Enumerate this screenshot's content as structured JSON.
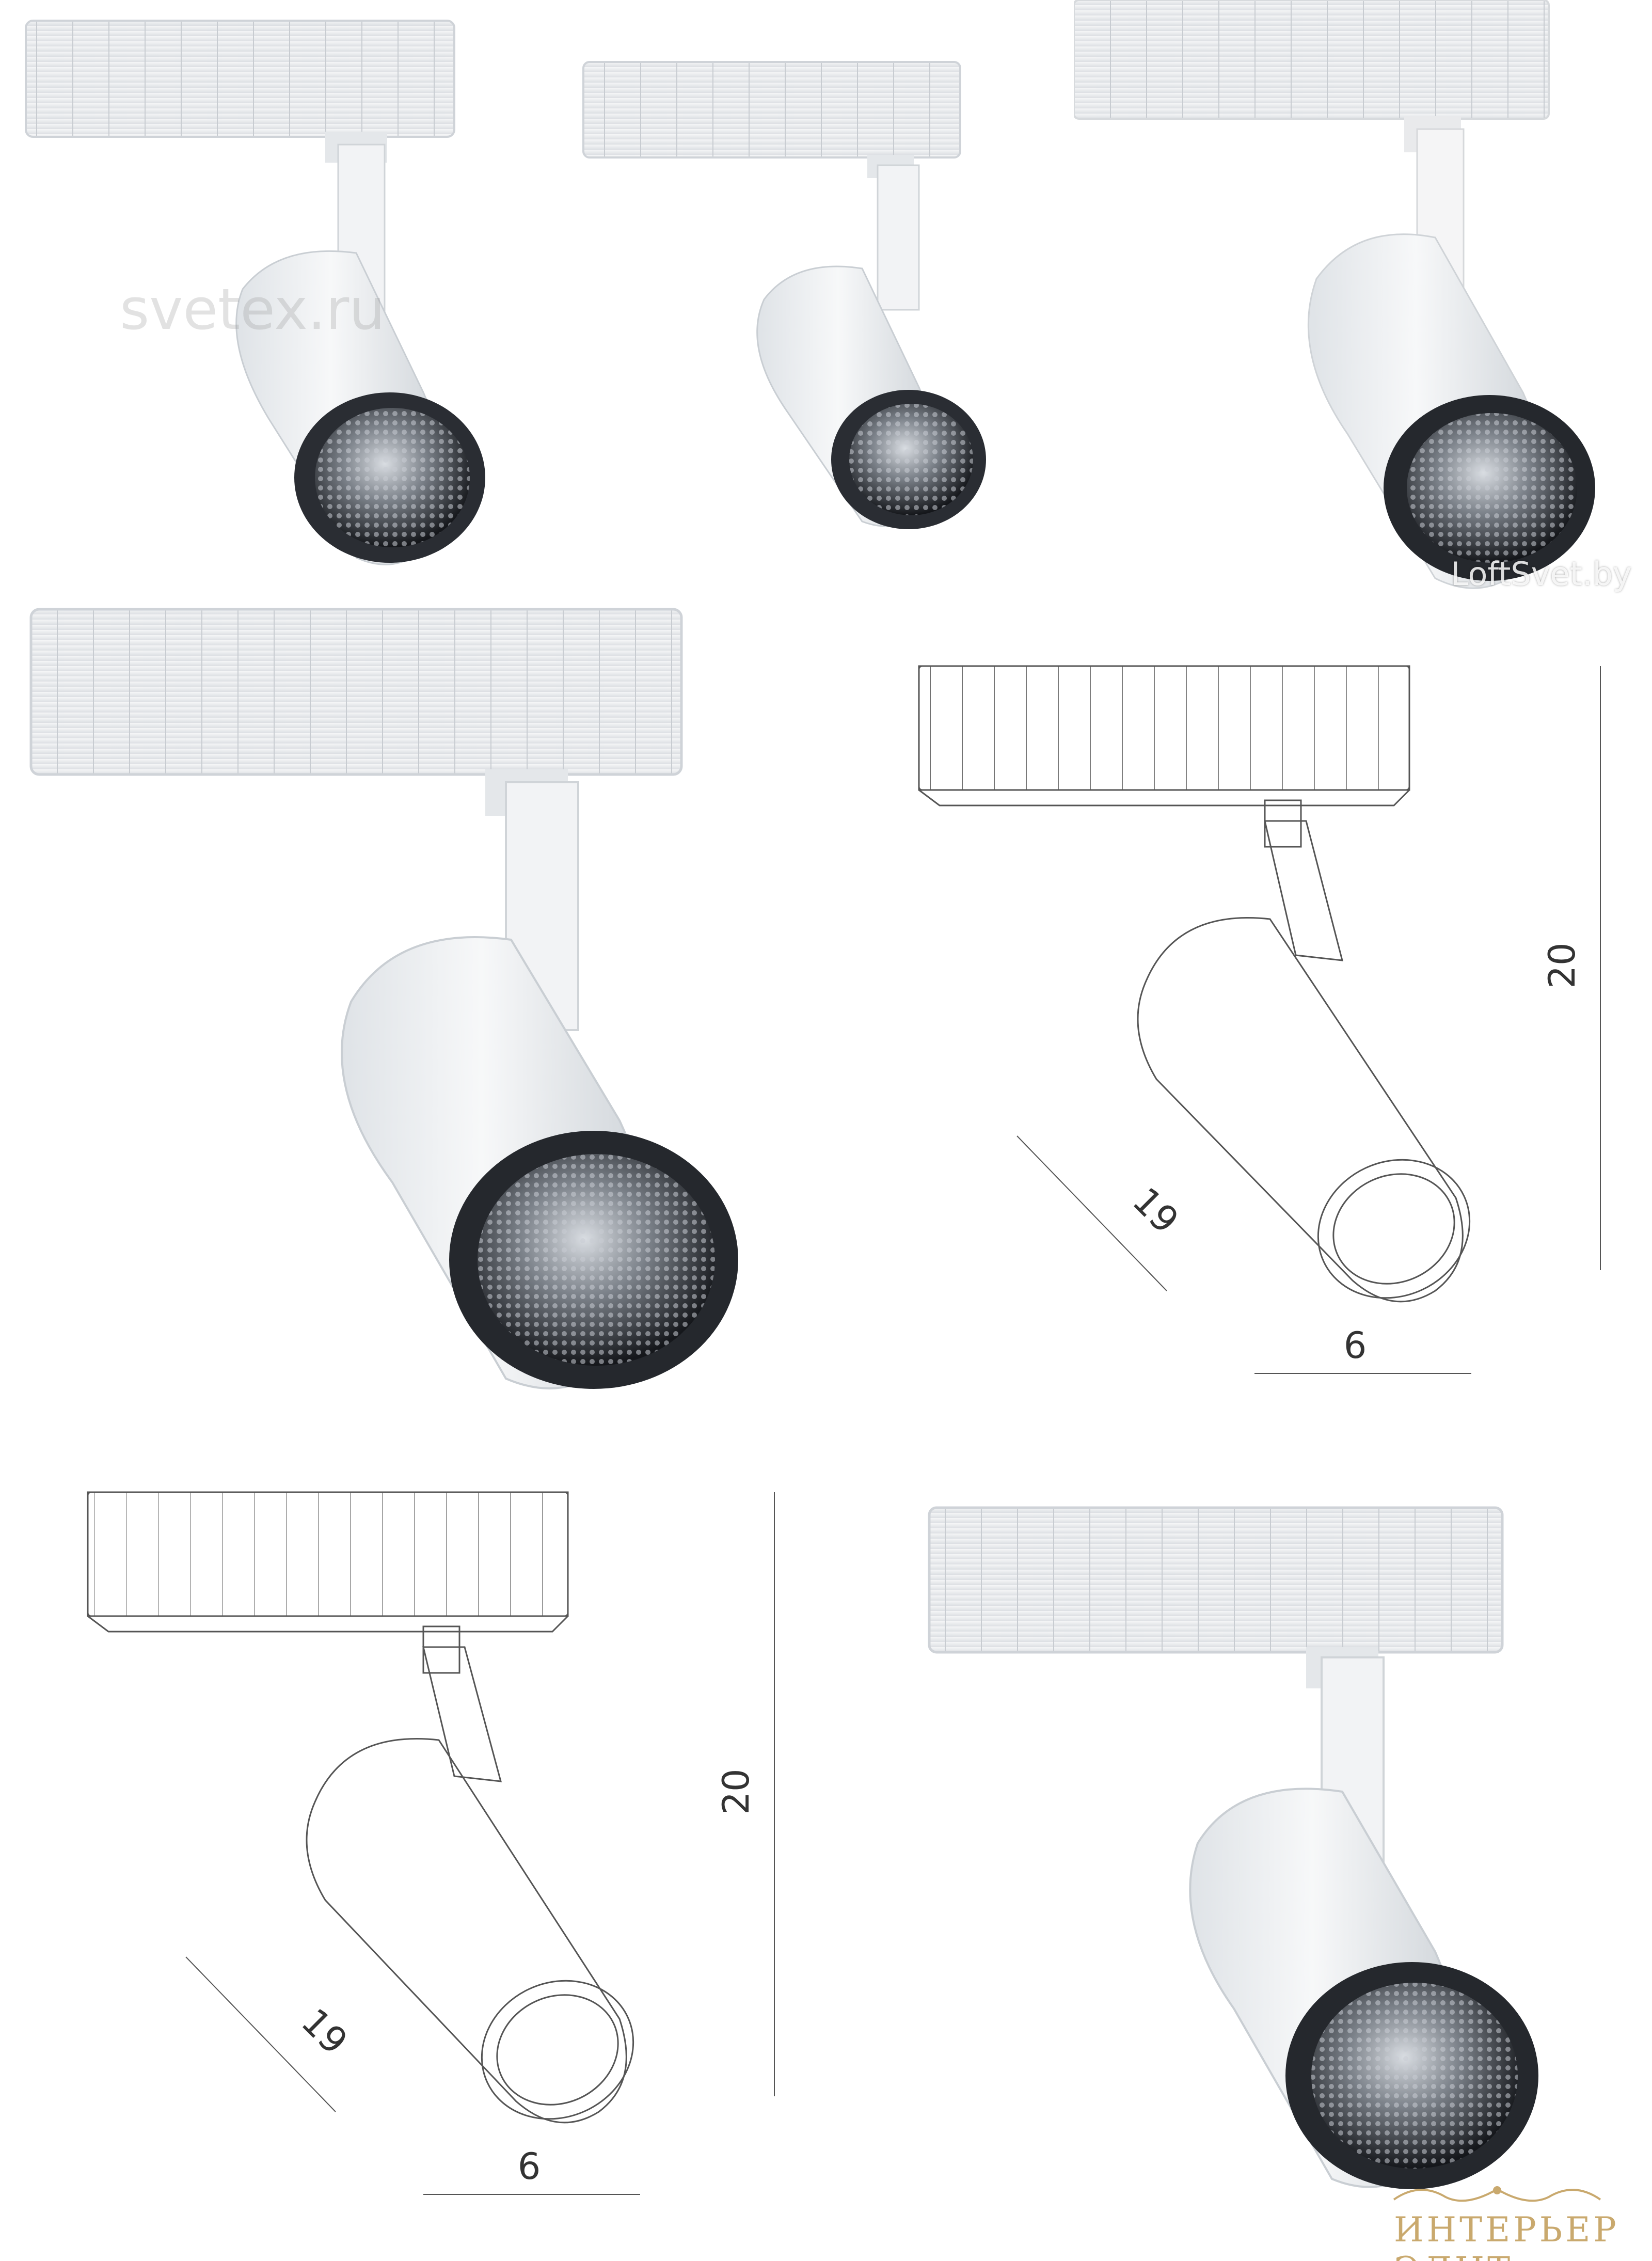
{
  "watermarks": {
    "top_left": "svetex.ru",
    "top_right": "LoftSvet.by",
    "bottom_right_logo": "ИНТЕРЬЕР ЭЛИТ"
  },
  "drawing_1": {
    "height_label": "20",
    "depth_label": "19",
    "width_label": "6"
  },
  "drawing_2": {
    "height_label": "20",
    "depth_label": "19",
    "width_label": "6"
  },
  "colors": {
    "fixture_body": "#eef0f2",
    "lens_dark": "#1d1f24",
    "line_drawing": "#555555",
    "logo_gold": "#c9a96e"
  }
}
